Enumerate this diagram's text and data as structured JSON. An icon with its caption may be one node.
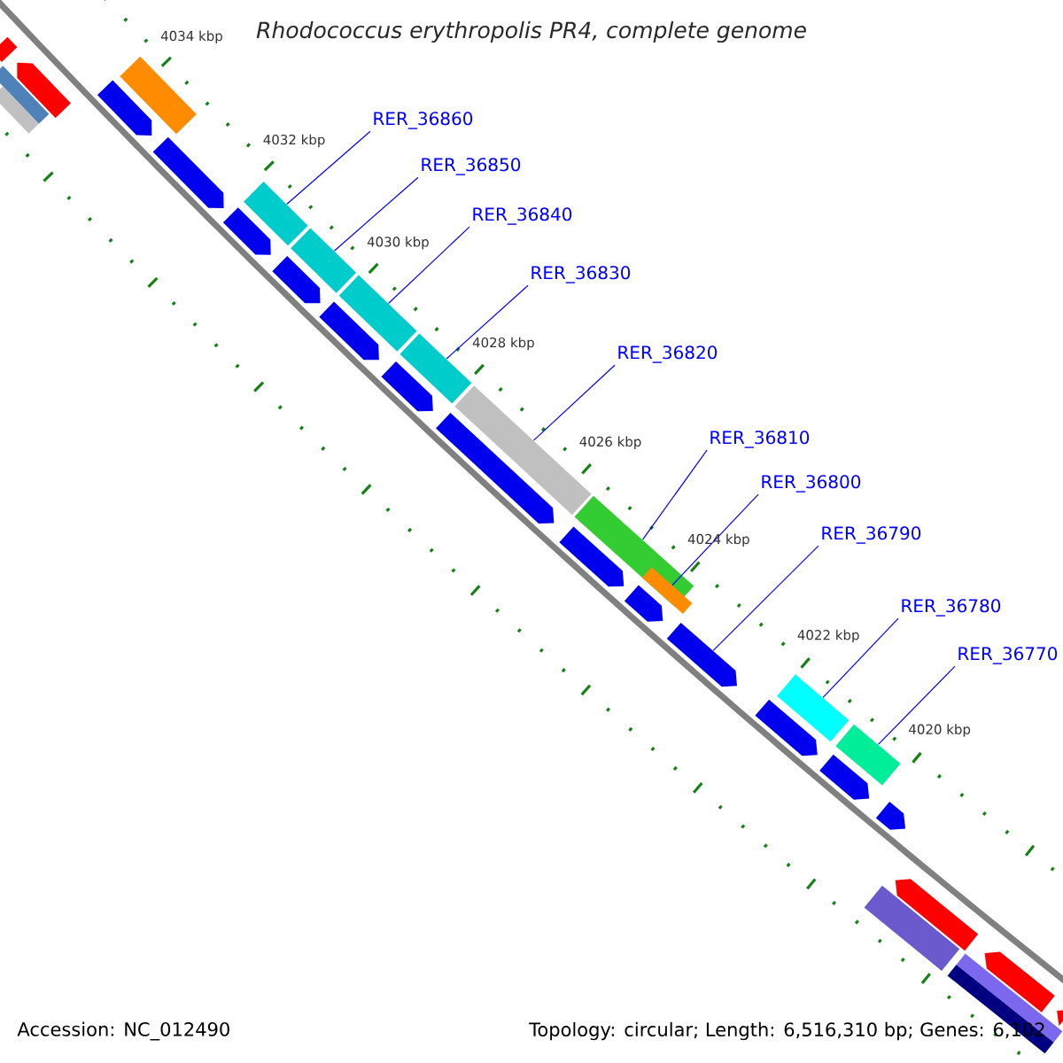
{
  "diagram": {
    "title": "Rhodococcus erythropolis PR4, complete genome",
    "nodes": [
      {
        "text": [
          "RER_36860"
        ]
      },
      {
        "text": [
          "RER_36850"
        ]
      },
      {
        "text": [
          "RER_36840"
        ]
      },
      {
        "text": [
          "RER_36830"
        ]
      },
      {
        "text": [
          "RER_36820"
        ]
      },
      {
        "text": [
          "RER_36810"
        ]
      },
      {
        "text": [
          "RER_36800"
        ]
      },
      {
        "text": [
          "RER_36790"
        ]
      },
      {
        "text": [
          "RER_36780"
        ]
      },
      {
        "text": [
          "RER_36770"
        ]
      },
      {
        "text": [],
        "shape": "bar"
      },
      {
        "text": [],
        "shape": "bar"
      },
      {
        "text": [],
        "shape": "bar"
      },
      {
        "text": [],
        "shape": "bar"
      },
      {
        "text": [],
        "shape": "bar"
      },
      {
        "text": [],
        "shape": "bar"
      },
      {
        "text": [],
        "shape": "bar"
      },
      {
        "text": [],
        "shape": "arrow"
      },
      {
        "text": [],
        "shape": "bar"
      },
      {
        "text": [],
        "shape": "bar"
      },
      {
        "text": [],
        "shape": "bar"
      },
      {
        "text": [],
        "shape": "arrow"
      },
      {
        "text": [],
        "shape": "bar"
      },
      {
        "text": [],
        "shape": "bar"
      },
      {
        "text": [],
        "shape": "bar"
      },
      {
        "text": [],
        "shape": "arrow"
      },
      {
        "text": [],
        "shape": "arrow"
      },
      {
        "text": [],
        "shape": "arrow"
      },
      {
        "text": [],
        "shape": "arrow"
      },
      {
        "text": [],
        "shape": "arrow"
      },
      {
        "text": [],
        "shape": "arrow"
      },
      {
        "text": [],
        "shape": "arrow"
      },
      {
        "text": [],
        "shape": "arrow"
      },
      {
        "text": [],
        "shape": "arrow"
      },
      {
        "text": [],
        "shape": "arrow"
      },
      {
        "text": [],
        "shape": "arrow"
      },
      {
        "text": [],
        "shape": "arrow"
      },
      {
        "text": [],
        "shape": "arrow"
      },
      {
        "text": [],
        "shape": "arrow"
      },
      {
        "text": [],
        "shape": "arrow"
      },
      {
        "text": [],
        "shape": "bar"
      },
      {
        "text": [],
        "shape": "bar"
      },
      {
        "text": [],
        "shape": "bar"
      }
    ],
    "edges": [
      {
        "from": 0,
        "to": 10,
        "arrow": "none"
      },
      {
        "from": 1,
        "to": 11,
        "arrow": "none"
      },
      {
        "from": 2,
        "to": 12,
        "arrow": "none"
      },
      {
        "from": 3,
        "to": 13,
        "arrow": "none"
      },
      {
        "from": 4,
        "to": 14,
        "arrow": "none"
      },
      {
        "from": 5,
        "to": 15,
        "arrow": "none"
      },
      {
        "from": 6,
        "to": 16,
        "arrow": "none"
      },
      {
        "from": 7,
        "to": 17,
        "arrow": "none"
      },
      {
        "from": 8,
        "to": 18,
        "arrow": "none"
      },
      {
        "from": 9,
        "to": 19,
        "arrow": "none"
      }
    ],
    "labels": [
      "4034 kbp",
      "4032 kbp",
      "4030 kbp",
      "4028 kbp",
      "4026 kbp",
      "4024 kbp",
      "4022 kbp",
      "4020 kbp",
      "Accession: NC_012490",
      "Topology: circular; Length: 6,516,310 bp; Genes: 6,102"
    ]
  }
}
